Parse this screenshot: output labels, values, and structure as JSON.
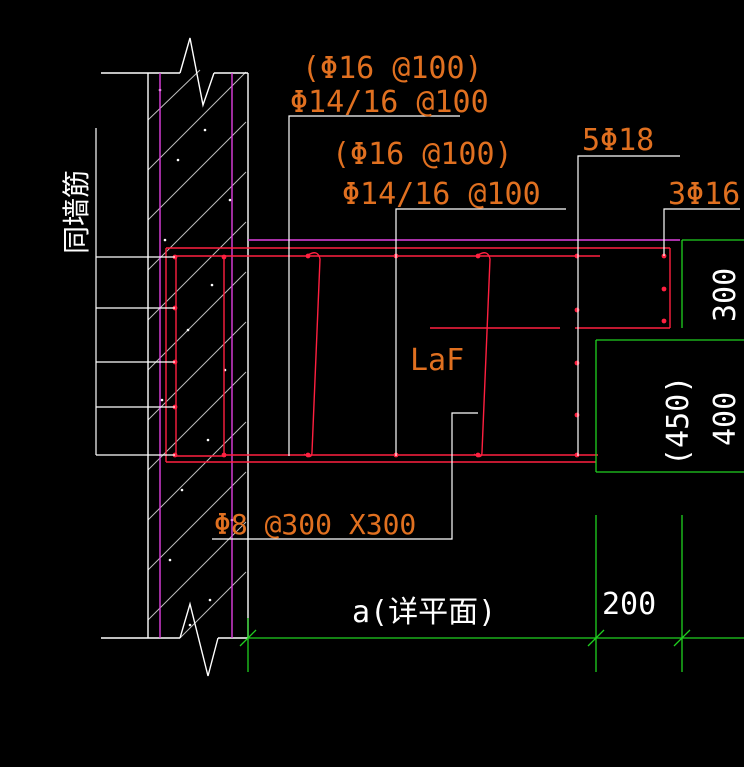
{
  "labels": {
    "rebar_top_1": "(Φ16 @100)",
    "rebar_top_2": "Φ14/16 @100",
    "rebar_mid_1": "(Φ16 @100)",
    "rebar_mid_2": "Φ14/16 @100",
    "bars_5": "5Φ18",
    "bars_3": "3Φ16",
    "laf": "LaF",
    "stirrup": "Φ8 @300 X300",
    "same_wall": "同墙筋",
    "dim_300": "300",
    "dim_400": "400",
    "dim_450": "(450)",
    "dim_200": "200",
    "dim_a": "a(详平面)"
  },
  "colors": {
    "background": "#000000",
    "wall_outline": "#ffffff",
    "wall_inner": "#e040e0",
    "rebar": "#ff2040",
    "text": "#e07020",
    "dimension": "#20d020",
    "leader": "#ffffff"
  }
}
